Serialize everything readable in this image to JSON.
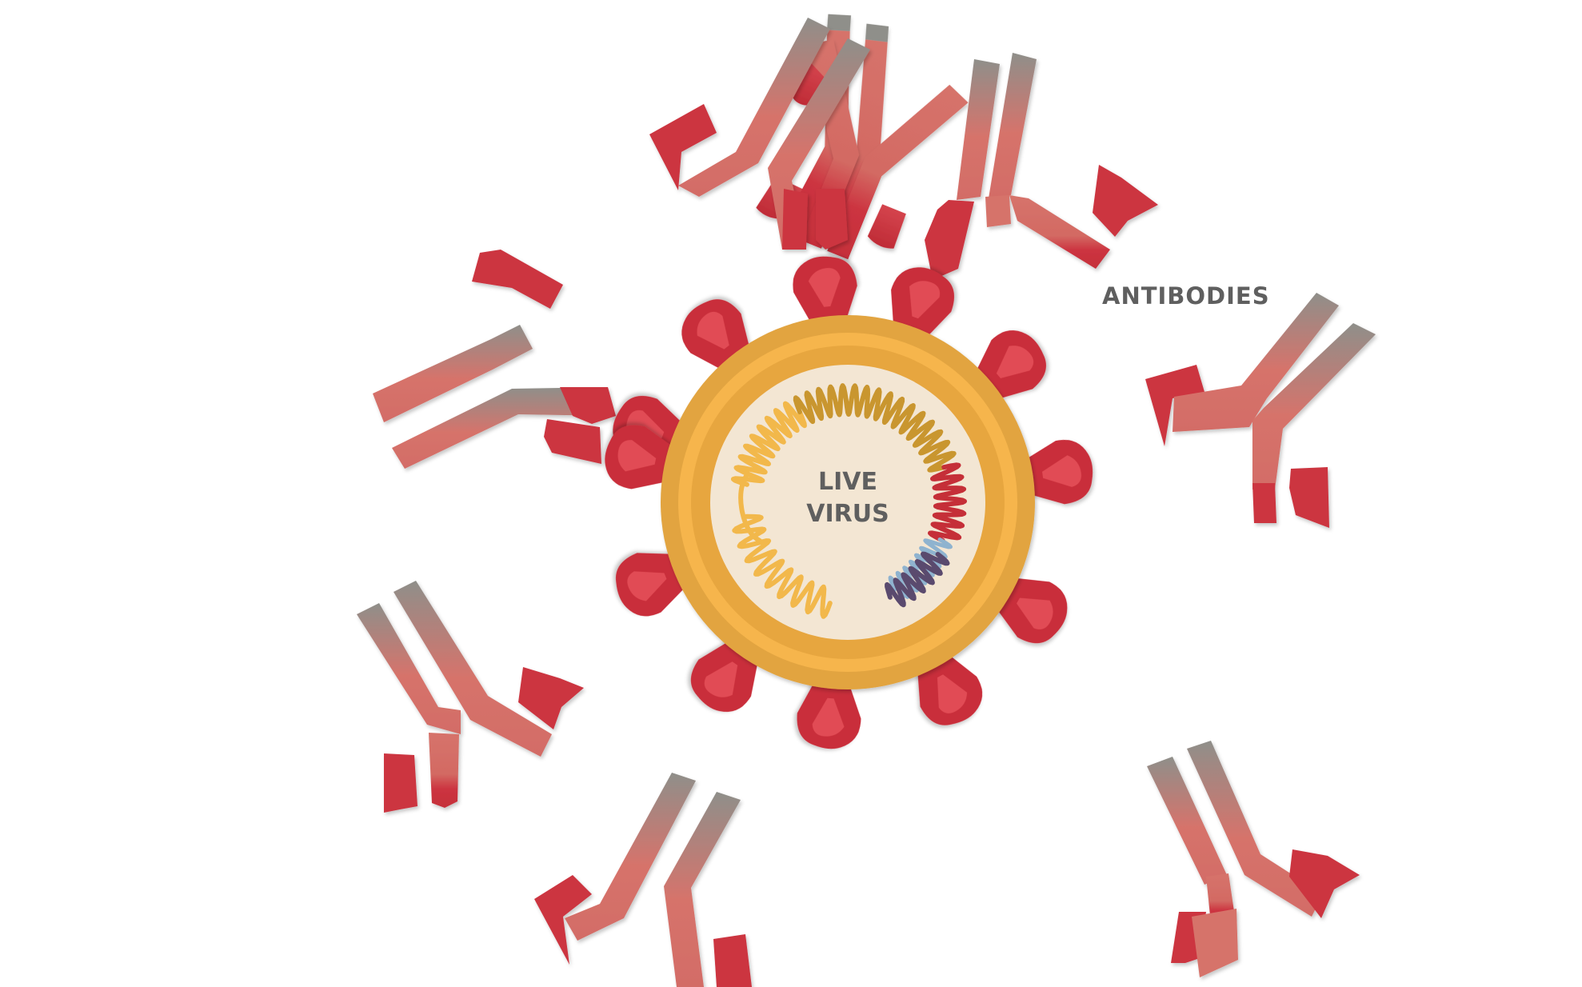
{
  "labels": {
    "virus": [
      "LIVE",
      "VIRUS"
    ],
    "antibodies": "ANTIBODIES"
  },
  "colors": {
    "antibody_red": "#cc3440",
    "antibody_salmon": "#d6736b",
    "antibody_gray": "#8f8f8a",
    "spike_red": "#c92f3a",
    "spike_inner": "#e14b55",
    "envelope_outer": "#e2a43f",
    "envelope_mid": "#f6b54c",
    "envelope_inner": "#f7c25b",
    "core": "#f3e6d3",
    "rna_yellow": "#f2b84b",
    "rna_gold": "#c9962f",
    "rna_red": "#c52f38",
    "rna_blue": "#8fb3cf",
    "rna_purple": "#5a4a6e",
    "text_gray": "#5f5f5f"
  }
}
